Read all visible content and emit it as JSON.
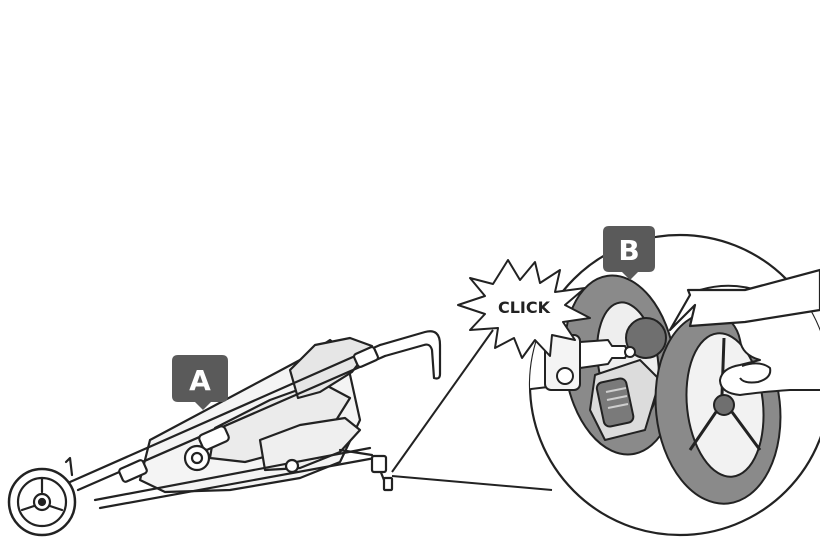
{
  "labels": {
    "a": "A",
    "b": "B",
    "click": "CLICK"
  },
  "colors": {
    "badge": "#5a5a5a",
    "tire": "#8a8a8a",
    "tire_dark": "#6f6f6f",
    "line": "#222222",
    "fabric": "#e9e9e9"
  }
}
